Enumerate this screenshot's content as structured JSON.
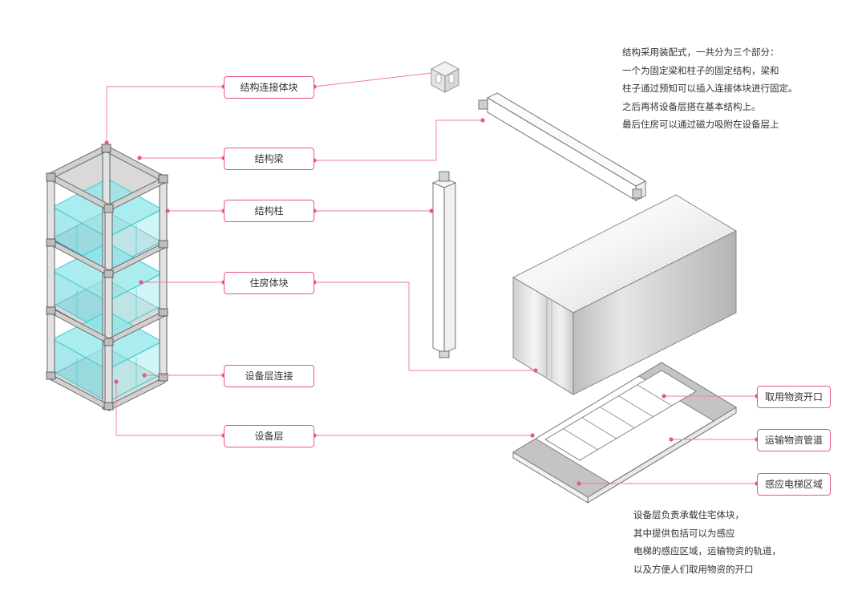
{
  "colors": {
    "accent": "#e8558a",
    "glass": "#5ad8e0",
    "frame": "#d6d6d6",
    "outline": "#555555"
  },
  "labels": {
    "connector_block": "结构连接体块",
    "beam": "结构梁",
    "column": "结构柱",
    "housing_block": "住房体块",
    "equipment_connection": "设备层连接",
    "equipment_layer": "设备层",
    "pickup_opening": "取用物资开口",
    "transport_duct": "运输物资管道",
    "elevator_zone": "感应电梯区域"
  },
  "notes": {
    "structure": [
      "结构采用装配式，一共分为三个部分：",
      "一个为固定梁和柱子的固定结构，梁和",
      "柱子通过预知可以插入连接体块进行固定。",
      "之后再将设备层搭在基本结构上。",
      "最后住房可以通过磁力吸附在设备层上"
    ],
    "equipment": [
      "设备层负责承载住宅体块，",
      "其中提供包括可以为感应",
      "电梯的感应区域，运输物资的轨道，",
      "以及方便人们取用物资的开口"
    ]
  }
}
